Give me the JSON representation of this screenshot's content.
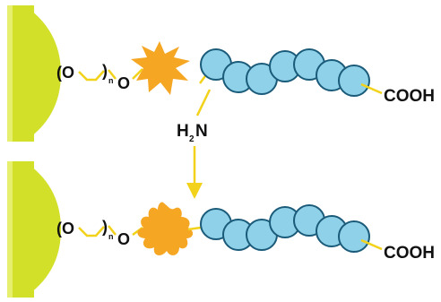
{
  "colors": {
    "surface": "#d2e02a",
    "surface_highlight": "#e6ef6e",
    "linker": "#f2d21a",
    "bead_fill": "#8fd1e8",
    "bead_stroke": "#1b5b7a",
    "reactive_group": "#f5a623",
    "text": "#111111"
  },
  "top_assembly": {
    "linker_open": "(O",
    "linker_close": ")",
    "linker_subscript": "n",
    "linker_oxygen": "O",
    "terminal_group": "COOH"
  },
  "reagent": {
    "element_h": "H",
    "subscript": "2",
    "element_n": "N"
  },
  "bottom_assembly": {
    "linker_open": "(O",
    "linker_close": ")",
    "linker_subscript": "n",
    "linker_oxygen": "O",
    "terminal_group": "COOH"
  }
}
